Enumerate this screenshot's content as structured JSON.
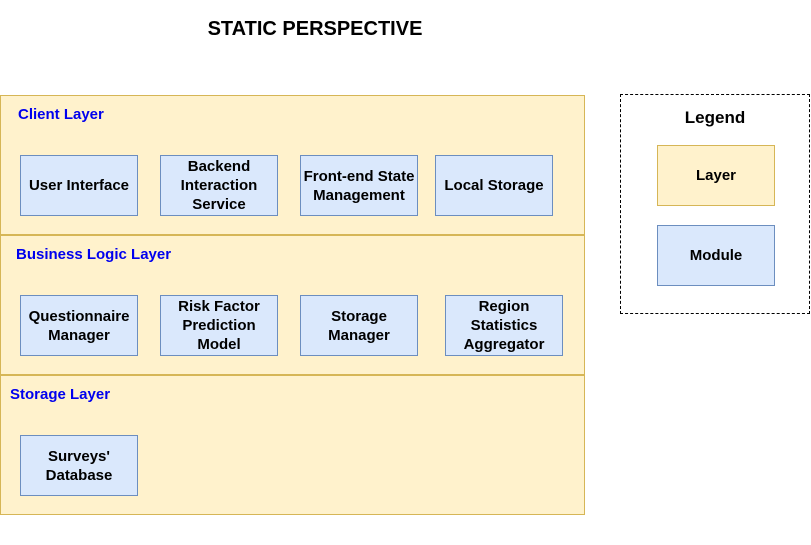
{
  "title": "STATIC PERSPECTIVE",
  "colors": {
    "layer_fill": "#fff2cc",
    "layer_border": "#d6b656",
    "module_fill": "#dae8fc",
    "module_border": "#6c8ebf",
    "layer_label": "#0000ee"
  },
  "layers": [
    {
      "label": "Client Layer",
      "modules": [
        "User Interface",
        "Backend Interaction Service",
        "Front-end State Management",
        "Local Storage"
      ]
    },
    {
      "label": "Business Logic Layer",
      "modules": [
        "Questionnaire Manager",
        "Risk Factor Prediction Model",
        "Storage Manager",
        "Region Statistics Aggregator"
      ]
    },
    {
      "label": "Storage Layer",
      "modules": [
        "Surveys' Database"
      ]
    }
  ],
  "legend": {
    "title": "Legend",
    "layer_label": "Layer",
    "module_label": "Module"
  }
}
